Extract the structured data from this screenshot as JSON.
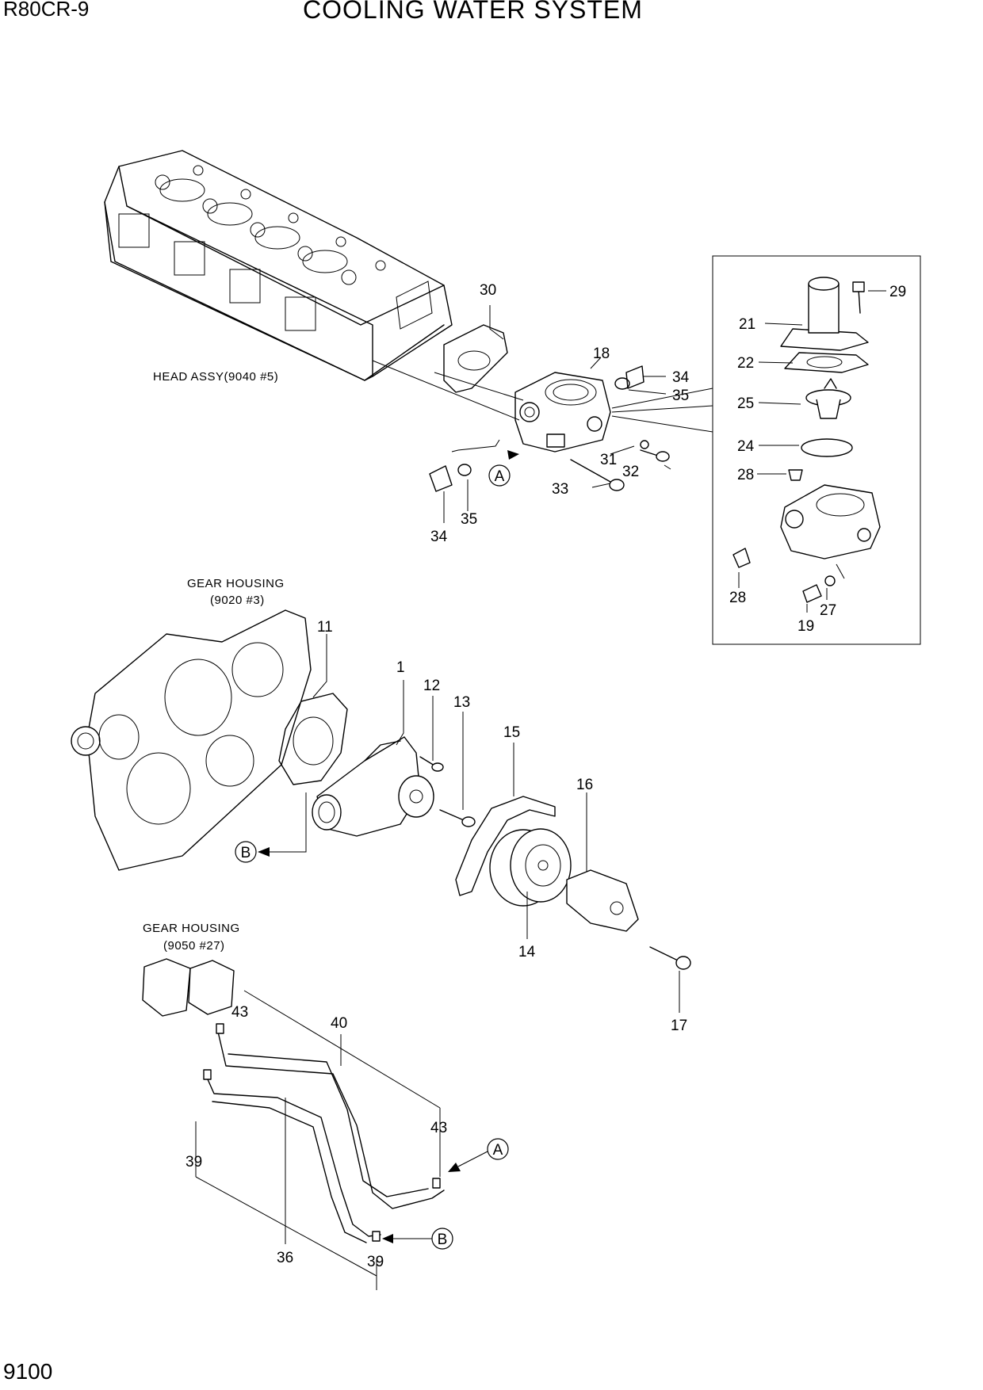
{
  "header": {
    "model": "R80CR-9",
    "title": "COOLING WATER SYSTEM"
  },
  "footer": {
    "page_number": "9100"
  },
  "references": {
    "head_assy": "HEAD ASSY(9040 #5)",
    "gear_housing_1_name": "GEAR HOUSING",
    "gear_housing_1_code": "(9020 #3)",
    "gear_housing_2_name": "GEAR HOUSING",
    "gear_housing_2_code": "(9050 #27)"
  },
  "connectors": {
    "a": "A",
    "b": "B"
  },
  "callouts": {
    "p1": "1",
    "p11": "11",
    "p12": "12",
    "p13": "13",
    "p14": "14",
    "p15": "15",
    "p16": "16",
    "p17": "17",
    "p18": "18",
    "p19": "19",
    "p21": "21",
    "p22": "22",
    "p24": "24",
    "p25": "25",
    "p27": "27",
    "p28a": "28",
    "p28b": "28",
    "p29": "29",
    "p30": "30",
    "p31": "31",
    "p32": "32",
    "p33": "33",
    "p34a": "34",
    "p34b": "34",
    "p35a": "35",
    "p35b": "35",
    "p36": "36",
    "p39a": "39",
    "p39b": "39",
    "p40": "40",
    "p43a": "43",
    "p43b": "43"
  }
}
